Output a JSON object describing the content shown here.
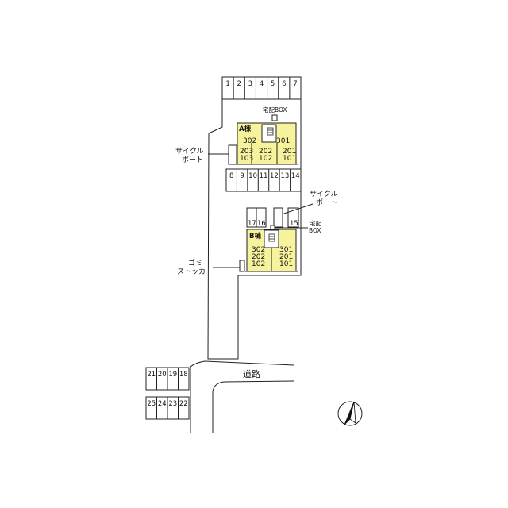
{
  "parking_top": [
    "1",
    "2",
    "3",
    "4",
    "5",
    "6",
    "7"
  ],
  "parking_mid": [
    "8",
    "9",
    "10",
    "11",
    "12",
    "13",
    "14"
  ],
  "parking_b": [
    "17",
    "16",
    "15"
  ],
  "parking_left_row1": [
    "21",
    "20",
    "19",
    "18"
  ],
  "parking_left_row2": [
    "25",
    "24",
    "23",
    "22"
  ],
  "delivery_box_top": "宅配BOX",
  "building_a": {
    "name": "A棟",
    "units": [
      "302",
      "301",
      "203",
      "103",
      "202",
      "102",
      "201",
      "101"
    ]
  },
  "building_b": {
    "name": "B棟",
    "units": [
      "302",
      "202",
      "102",
      "301",
      "201",
      "101"
    ]
  },
  "cycle_port_left": [
    "サイクル",
    "ポート"
  ],
  "cycle_port_right": [
    "サイクル",
    "ポート"
  ],
  "delivery_box_b": [
    "宅配",
    "BOX"
  ],
  "garbage": [
    "ゴミ",
    "ストッカー"
  ],
  "road": "道路",
  "colors": {
    "building_fill": "#f7f39c",
    "line": "#222222",
    "background": "#ffffff"
  },
  "north_icon": "north-arrow-icon"
}
